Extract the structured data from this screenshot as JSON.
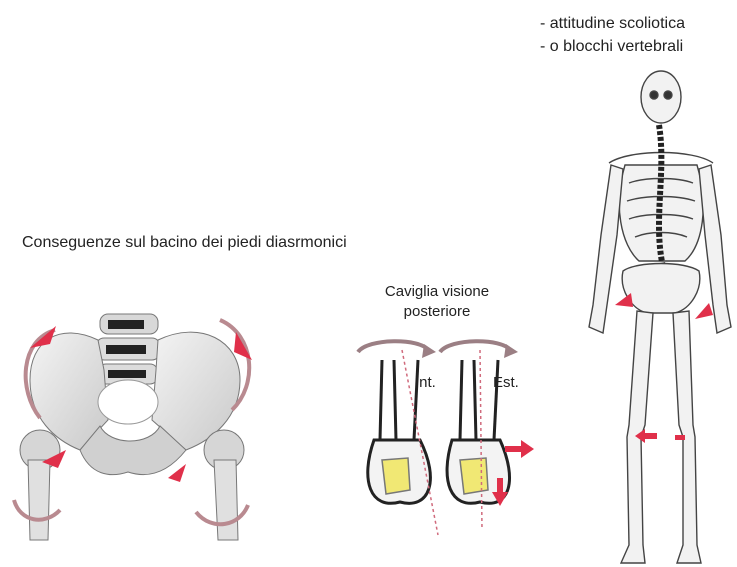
{
  "notes": [
    "- attitudine scoliotica",
    "- o blocchi vertebrali"
  ],
  "title": "Conseguenze sul bacino dei piedi diasrmonici",
  "ankle": {
    "caption_line1": "Caviglia visione",
    "caption_line2": "posteriore",
    "label_int": "Int.",
    "label_est": "Est."
  },
  "colors": {
    "arrow": "#e0304a",
    "curve": "#b98a90",
    "bone": "#e6e6e6",
    "bone_stroke": "#7a7a7a",
    "highlight": "#f1e874"
  },
  "icons": [
    "pelvis-figure",
    "ankle-figure",
    "skeleton-figure",
    "red-arrow-icon",
    "rotation-arrow-icon"
  ]
}
